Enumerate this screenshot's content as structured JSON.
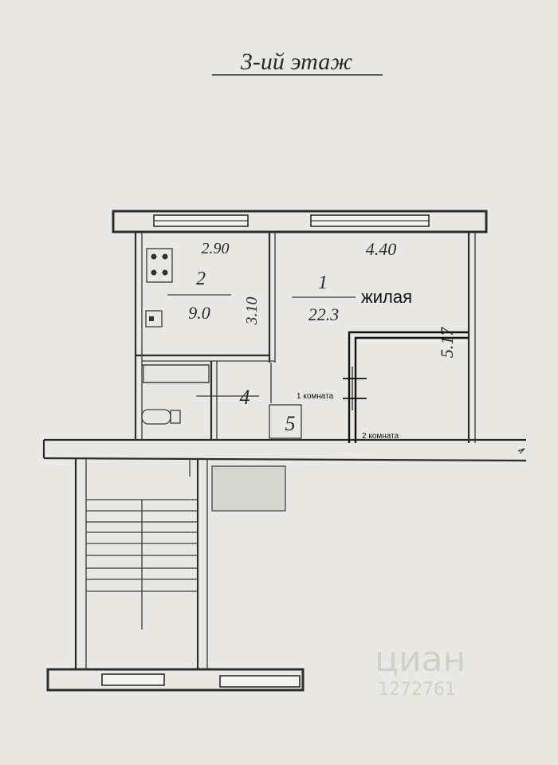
{
  "floor_title": "3-ий этаж",
  "rooms": [
    {
      "number": "1",
      "area": "22.3",
      "width_dim": "4.40",
      "length_dim": "5.17"
    },
    {
      "number": "2",
      "area": "9.0",
      "width_dim": "2.90",
      "length_dim": "3.10"
    },
    {
      "number": "4"
    },
    {
      "number": "5"
    }
  ],
  "annotations": {
    "living": "жилая",
    "room_one": "1 комната",
    "room_two": "2 комната"
  },
  "watermark": {
    "brand": "циан",
    "code": "1272761"
  }
}
